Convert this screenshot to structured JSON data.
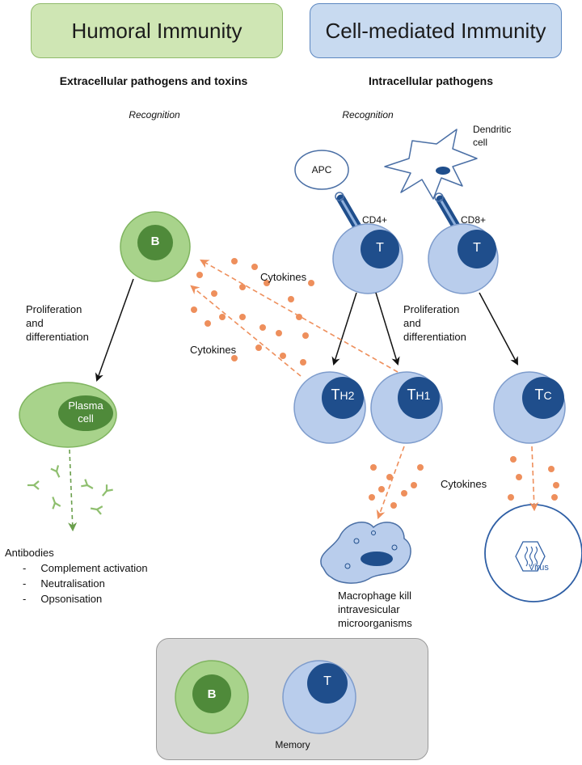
{
  "headers": {
    "humoral": "Humoral Immunity",
    "cell_mediated": "Cell-mediated Immunity"
  },
  "subheaders": {
    "humoral": "Extracellular pathogens and toxins",
    "cell_mediated": "Intracellular pathogens"
  },
  "recognition_label": "Recognition",
  "cells": {
    "b": "B",
    "t": "T",
    "plasma_line1": "Plasma",
    "plasma_line2": "cell",
    "th2_main": "T",
    "th2_sub": "H2",
    "th1_main": "T",
    "th1_sub": "H1",
    "tc_main": "T",
    "tc_sub": "C",
    "apc": "APC",
    "dendritic_line1": "Dendritic",
    "dendritic_line2": "cell",
    "cd4": "CD4+",
    "cd8": "CD8+",
    "virus": "Virus"
  },
  "labels": {
    "proliferation_1": "Proliferation",
    "proliferation_2": "and",
    "proliferation_3": "differentiation",
    "cytokines": "Cytokines",
    "macrophage_1": "Macrophage kill",
    "macrophage_2": "intravesicular",
    "macrophage_3": "microorganisms"
  },
  "antibodies": {
    "title": "Antibodies",
    "items": [
      "Complement activation",
      "Neutralisation",
      "Opsonisation"
    ]
  },
  "memory": {
    "label": "Memory",
    "b": "B",
    "t": "T"
  },
  "colors": {
    "green_fill": "#a8d38b",
    "green_dark": "#4f8a3a",
    "blue_fill": "#b9cdec",
    "blue_dark": "#1f4e8c",
    "orange": "#ee8f5c",
    "memory_bg": "#d9d9d9"
  }
}
